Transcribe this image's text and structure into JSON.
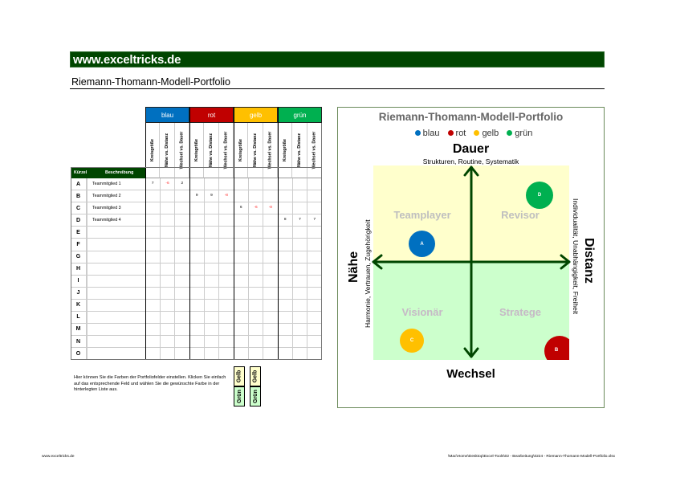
{
  "header": {
    "brand": "www.exceltricks.de",
    "subtitle": "Riemann-Thomann-Modell-Portfolio"
  },
  "table": {
    "groups": [
      {
        "label": "blau",
        "color": "#0070C0"
      },
      {
        "label": "rot",
        "color": "#C00000"
      },
      {
        "label": "gelb",
        "color": "#FFC000"
      },
      {
        "label": "grün",
        "color": "#00B050"
      }
    ],
    "sub_columns": [
      "Kreisgröße",
      "Nähe vs. Distanz",
      "Wechsel vs. Dauer"
    ],
    "col_kuerzel": "Kürzel",
    "col_beschreibung": "Beschreibung",
    "rows": [
      {
        "key": "A",
        "desc": "Teammitglied 1",
        "group": 0,
        "values": [
          "7",
          "-6",
          "2"
        ]
      },
      {
        "key": "B",
        "desc": "Teammitglied 2",
        "group": 1,
        "values": [
          "9",
          "9",
          "-8"
        ]
      },
      {
        "key": "C",
        "desc": "Teammitglied 3",
        "group": 2,
        "values": [
          "6",
          "-6",
          "-8"
        ]
      },
      {
        "key": "D",
        "desc": "Teammitglied 4",
        "group": 3,
        "values": [
          "8",
          "7",
          "7"
        ]
      },
      {
        "key": "E",
        "desc": ""
      },
      {
        "key": "F",
        "desc": ""
      },
      {
        "key": "G",
        "desc": ""
      },
      {
        "key": "H",
        "desc": ""
      },
      {
        "key": "I",
        "desc": ""
      },
      {
        "key": "J",
        "desc": ""
      },
      {
        "key": "K",
        "desc": ""
      },
      {
        "key": "L",
        "desc": ""
      },
      {
        "key": "M",
        "desc": ""
      },
      {
        "key": "N",
        "desc": ""
      },
      {
        "key": "O",
        "desc": ""
      }
    ]
  },
  "note": {
    "text": "Hier können Sie die Farben der Portfoliofelder einstellen. Klicken Sie einfach auf das entsprechende Feld und wählen Sie die gewünschte Farbe in der hinterlegten Liste aus.",
    "swatches": {
      "top_left": "Gelb",
      "top_right": "Gelb",
      "bottom_left": "Grün",
      "bottom_right": "Grün",
      "yellow": "#FFFFCC",
      "green": "#CCFFCC"
    }
  },
  "chart": {
    "title": "Riemann-Thomann-Modell-Portfolio",
    "legend": [
      {
        "label": "blau",
        "color": "#0070C0"
      },
      {
        "label": "rot",
        "color": "#C00000"
      },
      {
        "label": "gelb",
        "color": "#FFC000"
      },
      {
        "label": "grün",
        "color": "#00B050"
      }
    ],
    "top_label": "Dauer",
    "top_sub": "Strukturen, Routine, Systematik",
    "bottom_label": "Wechsel",
    "left_label": "Nähe",
    "left_sub": "Harmonie, Vertrauen, Zugehörigkeit",
    "right_label": "Distanz",
    "right_sub": "Individualität, Unabhängigkeit, Freiheit",
    "quadrants": {
      "top_left": "Teamplayer",
      "top_right": "Revisor",
      "bottom_left": "Visionär",
      "bottom_right": "Stratege"
    },
    "axis_color": "#004600",
    "bubbles": [
      {
        "label": "A",
        "x": -6,
        "y": 2,
        "size": 7,
        "color": "#0070C0"
      },
      {
        "label": "B",
        "x": 9,
        "y": -8,
        "size": 9,
        "color": "#C00000"
      },
      {
        "label": "C",
        "x": -6,
        "y": -8,
        "size": 6,
        "color": "#FFC000"
      },
      {
        "label": "D",
        "x": 7,
        "y": 7,
        "size": 8,
        "color": "#00B050"
      }
    ]
  },
  "footer": {
    "left": "www.exceltricks.de",
    "right": "\\Mac\\Home\\Desktop\\Excel-Tools\\02 - Bearbeitung\\0224 - Riemann-Thomann-Modell-Portfolio.xlsx"
  }
}
